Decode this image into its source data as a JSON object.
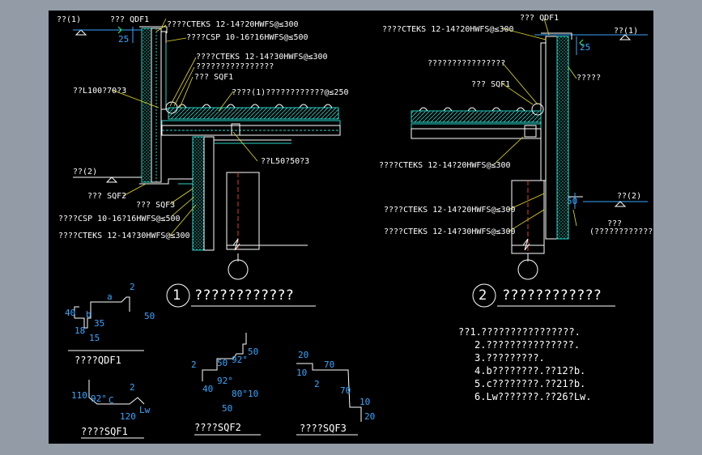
{
  "colors": {
    "background_outer": "#929ba6",
    "background_canvas": "#000000",
    "panel_green": "#29d6c8",
    "dimension_blue": "#3aa6ff",
    "axis_red": "#e0401e",
    "text_white": "#ffffff",
    "label_yellow": "#e8e020"
  },
  "detail1": {
    "number": "1",
    "title": "????????????",
    "labels": {
      "elev_top": "??(1)",
      "flashing_qdf1": "??? QDF1",
      "wall_cteks": "????CTEKS  12-14?20HWFS@≤300",
      "wall_csp": "????CSP  10-16?16HWFS@≤500",
      "roof_cteks": "????CTEKS  12-14?30HWFS@≤300",
      "roof_note": "????????????????",
      "flashing_sqf1": "??? SQF1",
      "roof_panel": "????(1)????????????@≤250",
      "angle_l100": "??L100?70?3",
      "angle_l50": "??L50?50?3",
      "elev_bottom": "??(2)",
      "flashing_sqf2": "??? SQF2",
      "flashing_sqf3": "??? SQF3",
      "bot_csp": "????CSP  10-16?16HWFS@≤500",
      "bot_cteks": "????CTEKS  12-14?30HWFS@≤300",
      "dim_25": "25"
    }
  },
  "detail2": {
    "number": "2",
    "title": "????????????",
    "labels": {
      "wall_cteks": "????CTEKS  12-14?20HWFS@≤300",
      "flashing_qdf1": "??? QDF1",
      "elev_top": "??(1)",
      "roof_note": "????????????????",
      "dim_25": "25",
      "right_note": "?????",
      "flashing_sqf1": "??? SQF1",
      "mid_cteks": "????CTEKS  12-14?20HWFS@≤300",
      "elev_bottom": "??(2)",
      "low_cteks1": "????CTEKS  12-14?20HWFS@≤300",
      "dim_50": "50",
      "low_note1": "???",
      "low_note2": "(????????????)",
      "low_cteks2": "????CTEKS  12-14?30HWFS@≤300"
    }
  },
  "notes": {
    "prefix": "??1.",
    "items": [
      "????????????????.",
      "2.???????????????.",
      "3.?????????.",
      "4.b????????.??12?b.",
      "5.c????????.??21?b.",
      "6.Lw???????.??26?Lw."
    ]
  },
  "profiles": {
    "qdf1": {
      "caption": "????QDF1",
      "dims": {
        "d40": "40",
        "da": "a",
        "d2": "2",
        "d50": "50",
        "db": "b",
        "d35": "35",
        "d18": "18",
        "d15": "15"
      }
    },
    "sqf1": {
      "caption": "????SQF1",
      "dims": {
        "d110": "110",
        "d92": "92°",
        "dc": "C",
        "d2": "2",
        "d120": "120",
        "dlw": "Lw"
      }
    },
    "sqf2": {
      "caption": "????SQF2",
      "dims": {
        "d2": "2",
        "d50a": "50",
        "d92a": "92°",
        "d50b": "50",
        "d92b": "92°",
        "d40": "40",
        "d80": "80°",
        "d10": "10",
        "d50c": "50"
      }
    },
    "sqf3": {
      "caption": "????SQF3",
      "dims": {
        "d20a": "20",
        "d70a": "70",
        "d10a": "10",
        "d2": "2",
        "d70b": "70",
        "d10b": "10",
        "d20b": "20"
      }
    }
  }
}
